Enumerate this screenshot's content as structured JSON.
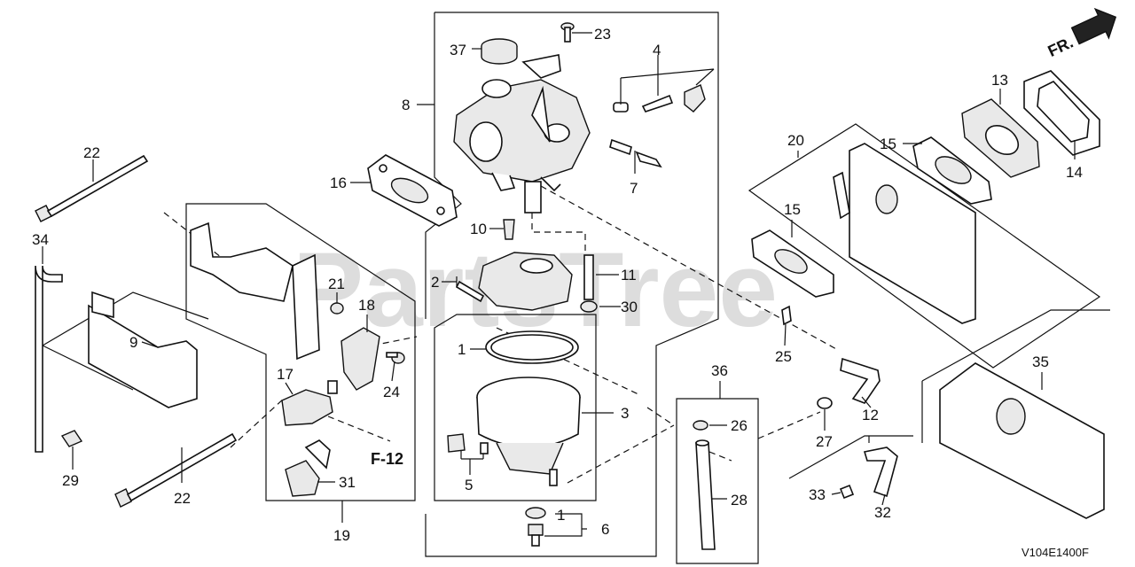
{
  "watermark": "PartsTree",
  "diagram_code": "V104E1400F",
  "front_indicator": "FR.",
  "callout": "F-12",
  "labels": {
    "n1a": "1",
    "n1b": "1",
    "n2": "2",
    "n3": "3",
    "n4": "4",
    "n5": "5",
    "n6": "6",
    "n7": "7",
    "n8": "8",
    "n9": "9",
    "n10": "10",
    "n11": "11",
    "n12": "12",
    "n13": "13",
    "n14": "14",
    "n15a": "15",
    "n15b": "15",
    "n16": "16",
    "n17": "17",
    "n18": "18",
    "n19": "19",
    "n20": "20",
    "n21": "21",
    "n22a": "22",
    "n22b": "22",
    "n23": "23",
    "n24": "24",
    "n25": "25",
    "n26": "26",
    "n27": "27",
    "n28": "28",
    "n29": "29",
    "n30": "30",
    "n31": "31",
    "n32": "32",
    "n33": "33",
    "n34": "34",
    "n35": "35",
    "n36": "36",
    "n37": "37"
  }
}
